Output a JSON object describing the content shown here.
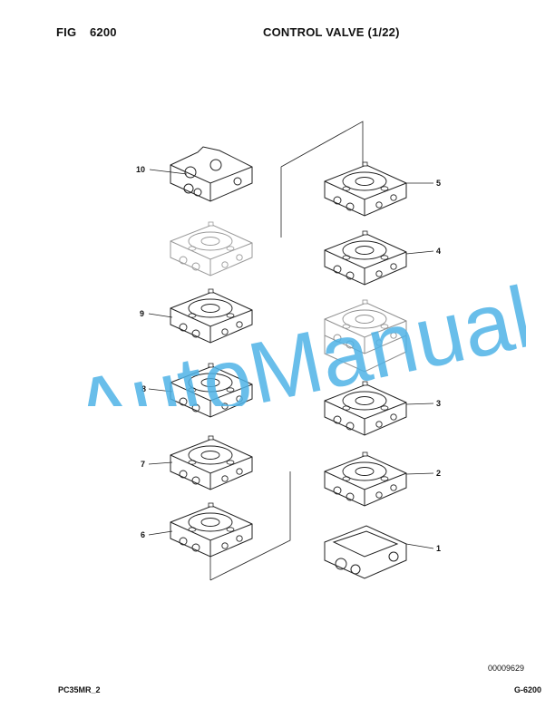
{
  "header": {
    "fig_label": "FIG",
    "fig_number": "6200",
    "title": "CONTROL VALVE (1/22)"
  },
  "callouts": [
    "10",
    "9",
    "8",
    "7",
    "6",
    "5",
    "4",
    "3",
    "2",
    "1"
  ],
  "image_number": "00009629",
  "footer": {
    "model": "PC35MR_2",
    "page_id": "G-6200"
  },
  "watermark": {
    "text": "AutoManual",
    "color": "#4fb3e6"
  }
}
